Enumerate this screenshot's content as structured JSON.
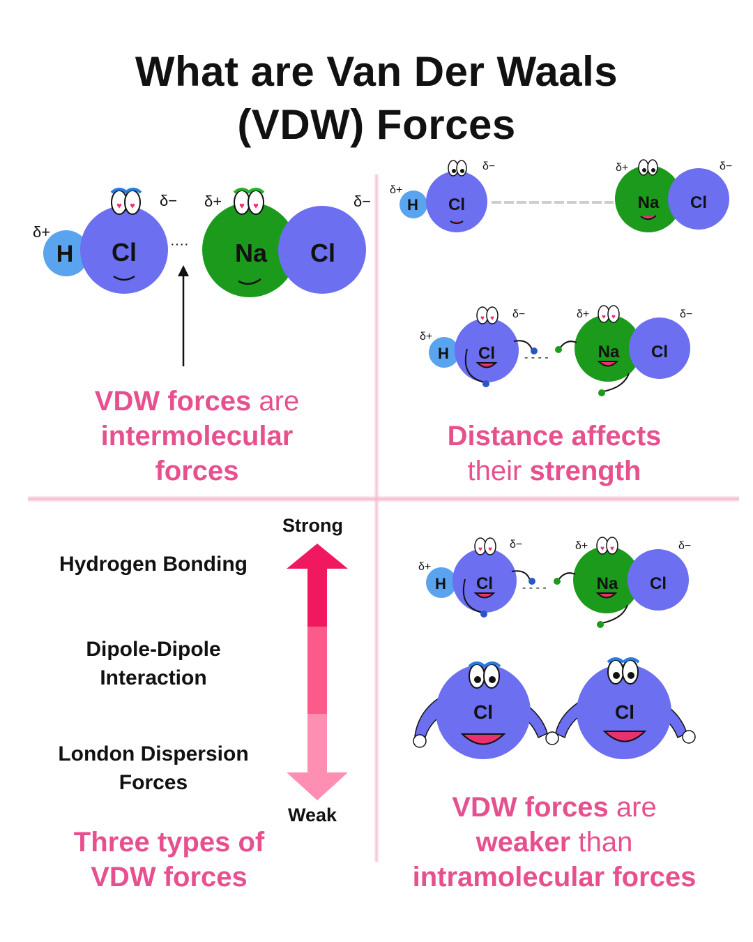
{
  "title": {
    "line1": "What are Van Der Waals",
    "line2": "(VDW) Forces"
  },
  "atoms": {
    "h": "H",
    "cl": "Cl",
    "na": "Na"
  },
  "charges": {
    "delta_plus": "δ+",
    "delta_minus": "δ−"
  },
  "panel1": {
    "caption_bold1": "VDW forces",
    "caption_normal1": " are",
    "caption_bold2": "intermolecular",
    "caption_bold3": "forces",
    "dots": "····"
  },
  "panel2": {
    "caption_bold1": "Distance affects",
    "caption_normal1": "their ",
    "caption_bold2": "strength",
    "dashes": "- - - -"
  },
  "panel3": {
    "strong": "Strong",
    "weak": "Weak",
    "type1": "Hydrogen Bonding",
    "type2_line1": "Dipole-Dipole",
    "type2_line2": "Interaction",
    "type3_line1": "London Dispersion",
    "type3_line2": "Forces",
    "caption_line1": "Three types of",
    "caption_line2": "VDW forces"
  },
  "panel4": {
    "caption_bold1": "VDW forces",
    "caption_normal1": " are",
    "caption_bold2": "weaker",
    "caption_normal2": " than",
    "caption_bold3": "intramolecular forces"
  },
  "colors": {
    "cl_blue": "#6b6ff0",
    "h_blue": "#5aa3ee",
    "na_green": "#1c9a1c",
    "accent_pink": "#e6508f",
    "arrow_strong": "#f0195f",
    "arrow_weak": "#ff8fb2"
  }
}
